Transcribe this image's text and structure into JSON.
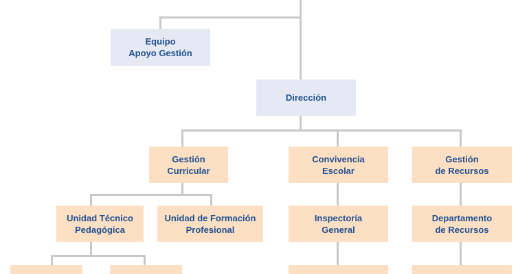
{
  "colors": {
    "blue_box": "#e4e9f4",
    "peach_box": "#fde0c4",
    "text": "#1f4f8f",
    "connector": "#c8c8c8"
  },
  "nodes": {
    "top": "",
    "equipo": "Equipo\nApoyo Gestión",
    "direccion": "Dirección",
    "gestion_curricular": "Gestión\nCurricular",
    "convivencia": "Convivencia\nEscolar",
    "gestion_recursos": "Gestión\nde Recursos",
    "utp": "Unidad Técnico\nPedagógica",
    "formacion": "Unidad de Formación\nProfesional",
    "inspectoria": "Inspectoría\nGeneral",
    "depto_recursos": "Departamento\nde Recursos",
    "bottom_1": "",
    "bottom_2": "",
    "bottom_3": "",
    "bottom_4": ""
  }
}
